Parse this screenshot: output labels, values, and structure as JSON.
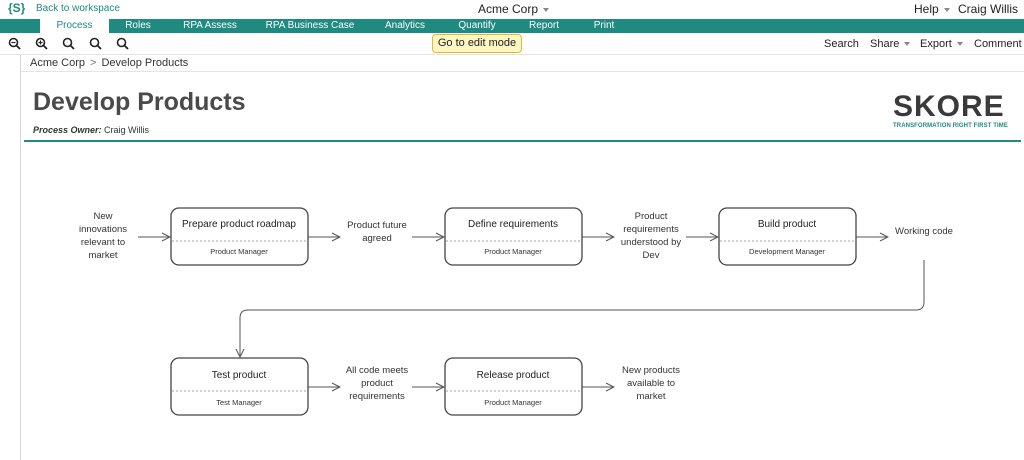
{
  "topbar": {
    "logo": "{S}",
    "back_link": "Back to workspace",
    "org": "Acme Corp",
    "help": "Help",
    "user": "Craig Willis"
  },
  "nav": {
    "tabs": [
      {
        "label": "Process",
        "active": true
      },
      {
        "label": "Roles"
      },
      {
        "label": "RPA Assess"
      },
      {
        "label": "RPA Business Case"
      },
      {
        "label": "Analytics"
      },
      {
        "label": "Quantify"
      },
      {
        "label": "Report"
      },
      {
        "label": "Print"
      }
    ]
  },
  "toolbar": {
    "zoom_icons": [
      "zoom-out-icon",
      "zoom-in-icon",
      "zoom-fit-icon",
      "zoom-reset-icon",
      "zoom-100-icon"
    ],
    "edit_mode": "Go to edit mode",
    "search": "Search",
    "share": "Share",
    "export": "Export",
    "comment": "Comment"
  },
  "breadcrumb": {
    "root": "Acme Corp",
    "separator": ">",
    "current": "Develop Products"
  },
  "page": {
    "title": "Develop Products",
    "owner_label": "Process Owner:",
    "owner_name": "Craig Willis"
  },
  "brand": {
    "logo_text": "SKORE",
    "tagline": "TRANSFORMATION RIGHT FIRST TIME"
  },
  "colors": {
    "accent": "#1f8a80",
    "edit_bg": "#fff6c2",
    "edit_border": "#e0b836"
  },
  "diagram": {
    "row1": {
      "input": [
        "New",
        "innovations",
        "relevant to",
        "market"
      ],
      "steps": [
        {
          "name": "Prepare product roadmap",
          "role": "Product Manager"
        },
        {
          "name": "Define requirements",
          "role": "Product Manager"
        },
        {
          "name": "Build product",
          "role": "Development Manager"
        }
      ],
      "outputs": [
        [
          "Product future",
          "agreed"
        ],
        [
          "Product",
          "requirements",
          "understood by",
          "Dev"
        ],
        [
          "Working code"
        ]
      ]
    },
    "row2": {
      "steps": [
        {
          "name": "Test product",
          "role": "Test Manager"
        },
        {
          "name": "Release product",
          "role": "Product Manager"
        }
      ],
      "outputs": [
        [
          "All code meets",
          "product",
          "requirements"
        ],
        [
          "New products",
          "available to",
          "market"
        ]
      ]
    }
  }
}
